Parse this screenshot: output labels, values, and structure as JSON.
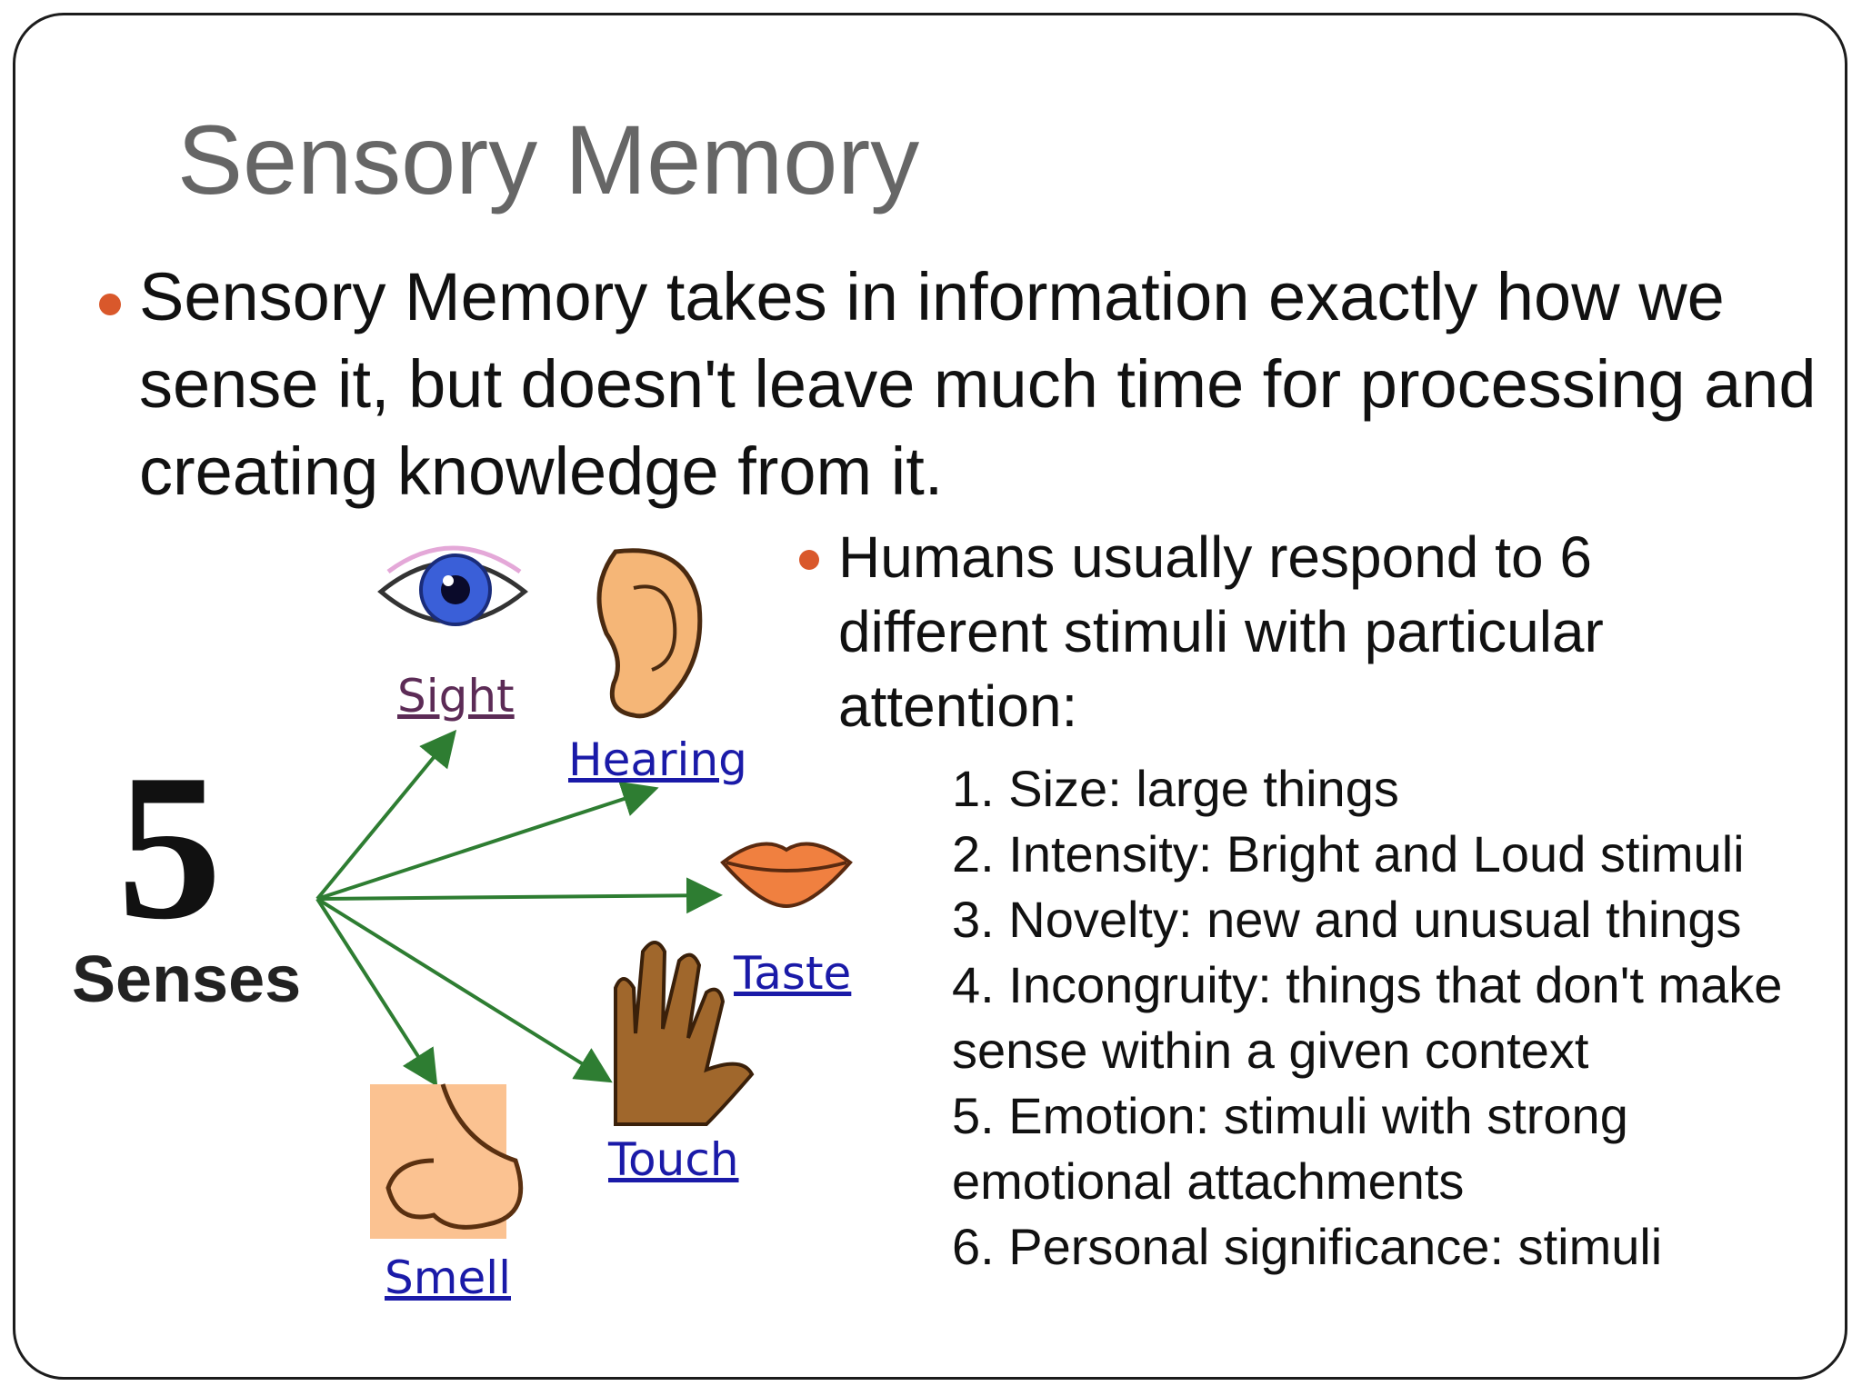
{
  "slide": {
    "title": "Sensory Memory",
    "main_bullet": "Sensory Memory takes in information exactly how we sense it, but doesn't leave much time for processing and creating knowledge from it.",
    "sub_bullet": "Humans usually respond to 6 different stimuli with particular attention:",
    "list": [
      "1.  Size:  large things",
      "2.  Intensity:  Bright and Loud stimuli",
      "3.  Novelty:  new and unusual things",
      "4.  Incongruity:  things that don't make sense within a given context",
      "5.  Emotion:  stimuli with strong emotional attachments",
      "6.  Personal significance:  stimuli"
    ]
  },
  "diagram": {
    "number": "5",
    "label": "Senses",
    "senses": [
      "Sight",
      "Hearing",
      "Taste",
      "Touch",
      "Smell"
    ]
  },
  "colors": {
    "title": "#666666",
    "bullet": "#d9582b",
    "arrow": "#2e7d32",
    "link": "#1a1aa8"
  }
}
